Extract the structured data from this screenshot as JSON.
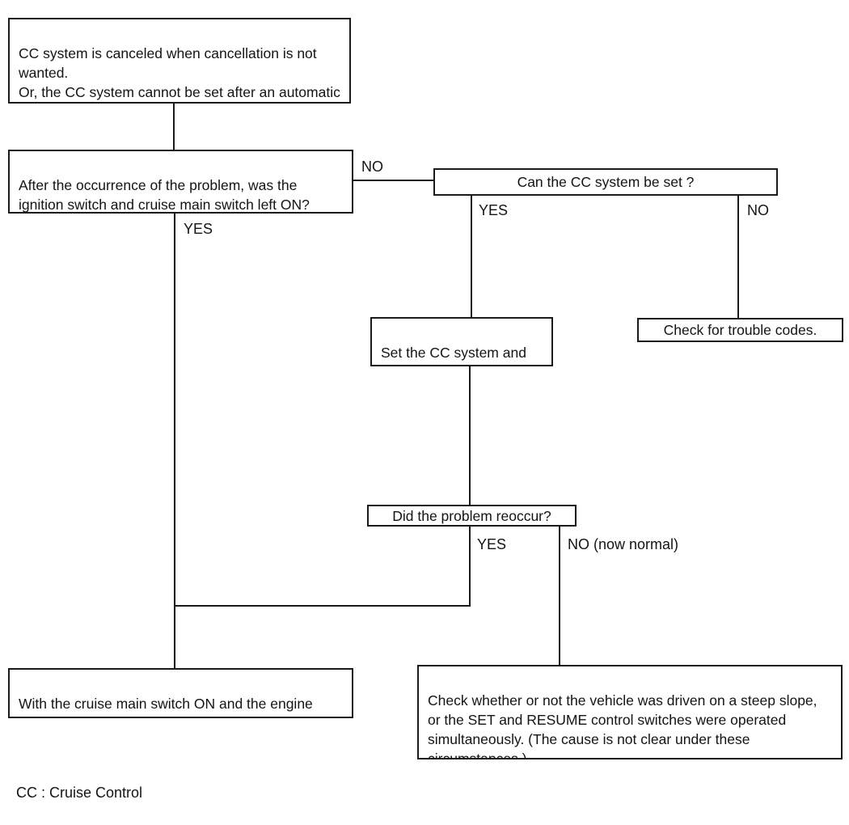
{
  "diagram": {
    "type": "flowchart",
    "colors": {
      "background": "#ffffff",
      "line": "#1a1a1a",
      "box_border": "#1a1a1a",
      "text": "#141414"
    },
    "footer": "CC : Cruise Control",
    "nodes": {
      "problem_statement": {
        "text": "CC system is canceled when cancellation is not wanted.\nOr, the CC system cannot be set after an automatic cancellation."
      },
      "q_ignition_left_on": {
        "text": "After the occurrence of the problem, was the ignition switch and cruise main switch left ON?"
      },
      "q_can_cc_be_set": {
        "text": "Can the CC system be set ?"
      },
      "set_cc_road_test": {
        "text": "Set the CC system and conduct a road test."
      },
      "check_trouble_codes": {
        "text": "Check for trouble codes."
      },
      "q_problem_reoccur": {
        "text": "Did the problem reoccur?"
      },
      "check_codes_engine_running": {
        "text": "With the cruise main switch ON and the engine running, check for trouble codes."
      },
      "check_steep_slope": {
        "text": "Check whether or not the vehicle was driven on a steep slope, or the SET and RESUME control switches were operated simultaneously. (The cause is not clear under these circumstances.)"
      }
    },
    "edge_labels": {
      "ignition_no": "NO",
      "ignition_yes": "YES",
      "can_set_yes": "YES",
      "can_set_no": "NO",
      "reoccur_yes": "YES",
      "reoccur_no": "NO (now normal)"
    },
    "edges": [
      {
        "from": "problem_statement",
        "to": "q_ignition_left_on",
        "label": ""
      },
      {
        "from": "q_ignition_left_on",
        "to": "q_can_cc_be_set",
        "label": "NO"
      },
      {
        "from": "q_ignition_left_on",
        "to": "check_codes_engine_running",
        "label": "YES"
      },
      {
        "from": "q_can_cc_be_set",
        "to": "set_cc_road_test",
        "label": "YES"
      },
      {
        "from": "q_can_cc_be_set",
        "to": "check_trouble_codes",
        "label": "NO"
      },
      {
        "from": "set_cc_road_test",
        "to": "q_problem_reoccur",
        "label": ""
      },
      {
        "from": "q_problem_reoccur",
        "to": "check_codes_engine_running",
        "label": "YES"
      },
      {
        "from": "q_problem_reoccur",
        "to": "check_steep_slope",
        "label": "NO (now normal)"
      }
    ]
  }
}
